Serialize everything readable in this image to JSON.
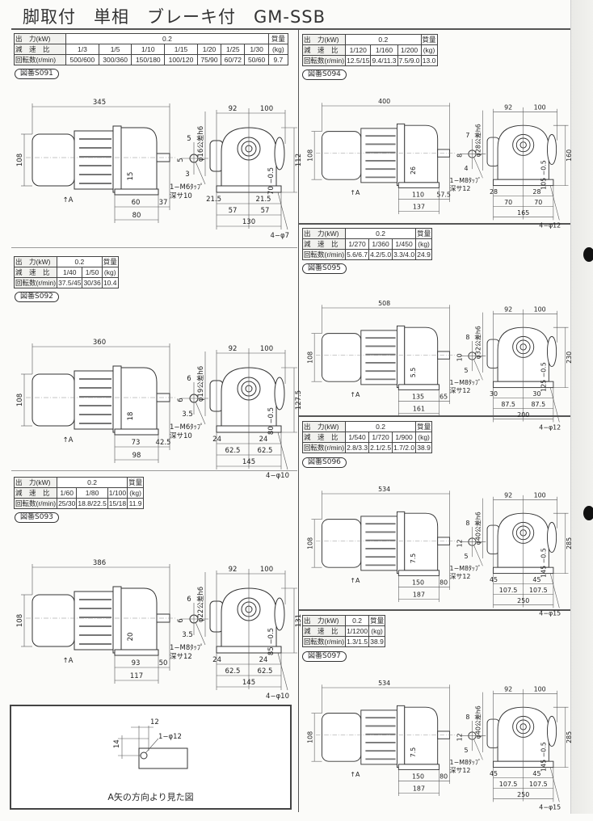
{
  "header": {
    "title": "脚取付　単相　ブレーキ付　GM-SSB"
  },
  "table_labels": {
    "power": "出　力(kW)",
    "ratio": "減　速　比",
    "speed": "回転数(r/min)",
    "mass": "質量",
    "mass_unit": "(kg)"
  },
  "figures": [
    {
      "label": "図番S091",
      "power": "0.2",
      "ratios": [
        "1/3",
        "1/5",
        "1/10",
        "1/15",
        "1/20",
        "1/25",
        "1/30"
      ],
      "speeds": [
        "500/600",
        "300/360",
        "150/180",
        "100/120",
        "75/90",
        "60/72",
        "50/60"
      ],
      "mass": "9.7",
      "dims": {
        "length": "345",
        "height": "108",
        "base_a": "60",
        "base_b": "37",
        "base_total": "80",
        "side": "15",
        "arrow": "↑A",
        "key_w": "5",
        "key_h": "5",
        "key_off": "3",
        "shaft_tol": "φ16公差h6",
        "tap": "1−M6ﾀｯﾌﾟ",
        "tap_depth": "深サ10",
        "end_left": "92",
        "end_right": "100",
        "end_height": "112",
        "end_center": "70 −0.5",
        "end_edge": "21.5",
        "end_half": "57",
        "end_total": "130",
        "holes": "4−φ7"
      }
    },
    {
      "label": "図番S092",
      "power": "0.2",
      "ratios": [
        "1/40",
        "1/50"
      ],
      "speeds": [
        "37.5/45",
        "30/36"
      ],
      "mass": "10.4",
      "dims": {
        "length": "360",
        "height": "108",
        "base_a": "73",
        "base_b": "42.5",
        "base_total": "98",
        "side": "18",
        "arrow": "↑A",
        "key_w": "6",
        "key_h": "6",
        "key_off": "3.5",
        "shaft_tol": "φ19公差h6",
        "tap": "1−M6ﾀｯﾌﾟ",
        "tap_depth": "深サ10",
        "end_left": "92",
        "end_right": "100",
        "end_height": "127.5",
        "end_center": "80 −0.5",
        "end_edge": "24",
        "end_half": "62.5",
        "end_total": "145",
        "holes": "4−φ10"
      }
    },
    {
      "label": "図番S093",
      "power": "0.2",
      "ratios": [
        "1/60",
        "1/80",
        "1/100"
      ],
      "speeds": [
        "25/30",
        "18.8/22.5",
        "15/18"
      ],
      "mass": "11.9",
      "dims": {
        "length": "386",
        "height": "108",
        "base_a": "93",
        "base_b": "50",
        "base_total": "117",
        "side": "20",
        "arrow": "↑A",
        "key_w": "6",
        "key_h": "6",
        "key_off": "3.5",
        "shaft_tol": "φ22公差h6",
        "tap": "1−M8ﾀｯﾌﾟ",
        "tap_depth": "深サ12",
        "end_left": "92",
        "end_right": "100",
        "end_height": "131",
        "end_center": "85 −0.5",
        "end_edge": "24",
        "end_half": "62.5",
        "end_total": "145",
        "holes": "4−φ10"
      }
    },
    {
      "label": "図番S094",
      "power": "0.2",
      "ratios": [
        "1/120",
        "1/160",
        "1/200"
      ],
      "speeds": [
        "12.5/15",
        "9.4/11.3",
        "7.5/9.0"
      ],
      "mass": "13.0",
      "dims": {
        "length": "400",
        "height": "108",
        "base_a": "110",
        "base_b": "57.5",
        "base_total": "137",
        "side": "26",
        "arrow": "↑A",
        "key_w": "7",
        "key_h": "8",
        "key_off": "4",
        "shaft_tol": "φ28公差h6",
        "tap": "1−M8ﾀｯﾌﾟ",
        "tap_depth": "深サ12",
        "end_left": "92",
        "end_right": "100",
        "end_height": "160",
        "end_center": "105 −0.5",
        "end_edge": "28",
        "end_half": "70",
        "end_total": "165",
        "holes": "4−φ12"
      }
    },
    {
      "label": "図番S095",
      "power": "0.2",
      "ratios": [
        "1/270",
        "1/360",
        "1/450"
      ],
      "speeds": [
        "5.6/6.7",
        "4.2/5.0",
        "3.3/4.0"
      ],
      "mass": "24.9",
      "dims": {
        "length": "508",
        "height": "108",
        "base_a": "135",
        "base_b": "65",
        "base_total": "161",
        "side": "5.5",
        "arrow": "↑A",
        "key_w": "8",
        "key_h": "10",
        "key_off": "5",
        "shaft_tol": "φ32公差h6",
        "tap": "1−M8ﾀｯﾌﾟ",
        "tap_depth": "深サ12",
        "end_left": "92",
        "end_right": "100",
        "end_height": "230",
        "end_center": "125 −0.5",
        "end_edge": "30",
        "end_half": "87.5",
        "end_total": "200",
        "holes": "4−φ12"
      }
    },
    {
      "label": "図番S096",
      "power": "0.2",
      "ratios": [
        "1/540",
        "1/720",
        "1/900"
      ],
      "speeds": [
        "2.8/3.3",
        "2.1/2.5",
        "1.7/2.0"
      ],
      "mass": "38.9",
      "dims": {
        "length": "534",
        "height": "108",
        "base_a": "150",
        "base_b": "80",
        "base_total": "187",
        "side": "7.5",
        "arrow": "↑A",
        "key_w": "8",
        "key_h": "12",
        "key_off": "5",
        "shaft_tol": "φ40公差h6",
        "tap": "1−M8ﾀｯﾌﾟ",
        "tap_depth": "深サ12",
        "end_left": "92",
        "end_right": "100",
        "end_height": "285",
        "end_center": "145 −0.5",
        "end_edge": "45",
        "end_half": "107.5",
        "end_total": "250",
        "holes": "4−φ15"
      }
    },
    {
      "label": "図番S097",
      "power": "0.2",
      "ratios": [
        "1/1200"
      ],
      "speeds": [
        "1.3/1.5"
      ],
      "mass": "38.9",
      "dims": {
        "length": "534",
        "height": "108",
        "base_a": "150",
        "base_b": "80",
        "base_total": "187",
        "side": "7.5",
        "arrow": "↑A",
        "key_w": "8",
        "key_h": "12",
        "key_off": "5",
        "shaft_tol": "φ40公差h6",
        "tap": "1−M8ﾀｯﾌﾟ",
        "tap_depth": "深サ12",
        "end_left": "92",
        "end_right": "100",
        "end_height": "285",
        "end_center": "145 −0.5",
        "end_edge": "45",
        "end_half": "107.5",
        "end_total": "250",
        "holes": "4−φ15"
      }
    }
  ],
  "arrow_view": {
    "dim_w": "12",
    "dim_h": "14",
    "hole": "1−φ12",
    "caption": "A矢の方向より見た図"
  }
}
